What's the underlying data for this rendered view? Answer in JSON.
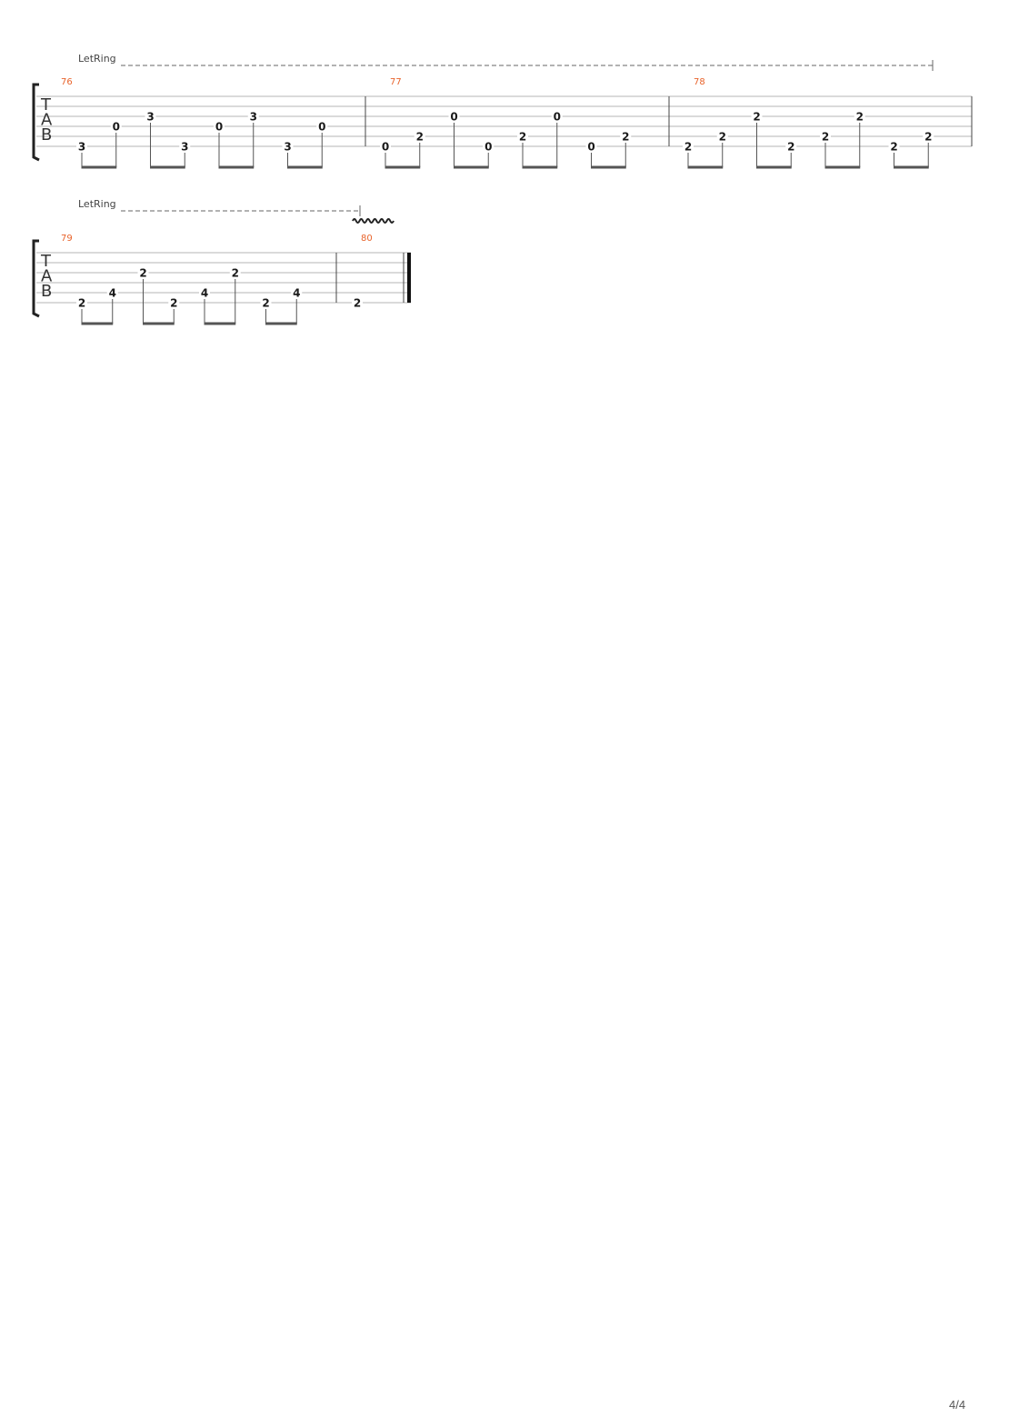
{
  "page": {
    "number": "4/4"
  },
  "tab_letters": [
    "T",
    "A",
    "B"
  ],
  "systems": [
    {
      "effect": {
        "label": "LetRing"
      },
      "measures": [
        {
          "number": "76",
          "beats": [
            {
              "string": 5,
              "fret": "3"
            },
            {
              "string": 3,
              "fret": "0"
            },
            {
              "string": 2,
              "fret": "3"
            },
            {
              "string": 5,
              "fret": "3"
            },
            {
              "string": 3,
              "fret": "0"
            },
            {
              "string": 2,
              "fret": "3"
            },
            {
              "string": 5,
              "fret": "3"
            },
            {
              "string": 3,
              "fret": "0"
            }
          ]
        },
        {
          "number": "77",
          "beats": [
            {
              "string": 5,
              "fret": "0"
            },
            {
              "string": 4,
              "fret": "2"
            },
            {
              "string": 2,
              "fret": "0"
            },
            {
              "string": 5,
              "fret": "0"
            },
            {
              "string": 4,
              "fret": "2"
            },
            {
              "string": 2,
              "fret": "0"
            },
            {
              "string": 5,
              "fret": "0"
            },
            {
              "string": 4,
              "fret": "2"
            }
          ]
        },
        {
          "number": "78",
          "beats": [
            {
              "string": 5,
              "fret": "2"
            },
            {
              "string": 4,
              "fret": "2"
            },
            {
              "string": 2,
              "fret": "2"
            },
            {
              "string": 5,
              "fret": "2"
            },
            {
              "string": 4,
              "fret": "2"
            },
            {
              "string": 2,
              "fret": "2"
            },
            {
              "string": 5,
              "fret": "2"
            },
            {
              "string": 4,
              "fret": "2"
            }
          ]
        }
      ]
    },
    {
      "effect": {
        "label": "LetRing"
      },
      "measures": [
        {
          "number": "79",
          "beats": [
            {
              "string": 5,
              "fret": "2"
            },
            {
              "string": 4,
              "fret": "4"
            },
            {
              "string": 2,
              "fret": "2"
            },
            {
              "string": 5,
              "fret": "2"
            },
            {
              "string": 4,
              "fret": "4"
            },
            {
              "string": 2,
              "fret": "2"
            },
            {
              "string": 5,
              "fret": "2"
            },
            {
              "string": 4,
              "fret": "4"
            }
          ]
        },
        {
          "number": "80",
          "beats": [
            {
              "string": 5,
              "fret": "2"
            }
          ]
        }
      ]
    }
  ]
}
